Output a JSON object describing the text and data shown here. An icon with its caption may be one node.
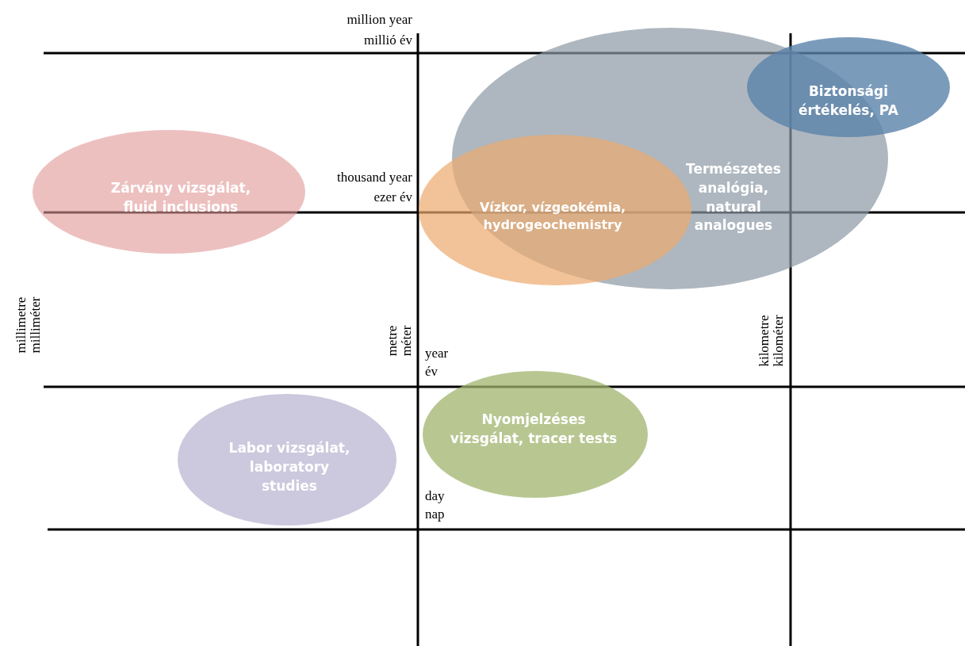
{
  "diagram": {
    "nodes": [
      {
        "text": [
          "Biztonsági értékelés, PA"
        ]
      },
      {
        "text": [
          "Zárvány vizsgálat, fluid inclusions"
        ]
      },
      {
        "text": [
          "Természetes analógia, natural analogues"
        ]
      },
      {
        "text": [
          "Vízkor, vízgeokémia, hydrogeochemistry"
        ]
      },
      {
        "text": [
          "Nyomjelzéses vizsgálat, tracer tests"
        ]
      },
      {
        "text": [
          "Labor vizsgálat, laboratory studies"
        ]
      }
    ],
    "labels": [
      "million year",
      "millió év",
      "thousand year",
      "ezer év",
      "millimetre",
      "milliméter",
      "metre",
      "méter",
      "year",
      "év",
      "kilometre",
      "kilométer",
      "day",
      "nap"
    ]
  }
}
